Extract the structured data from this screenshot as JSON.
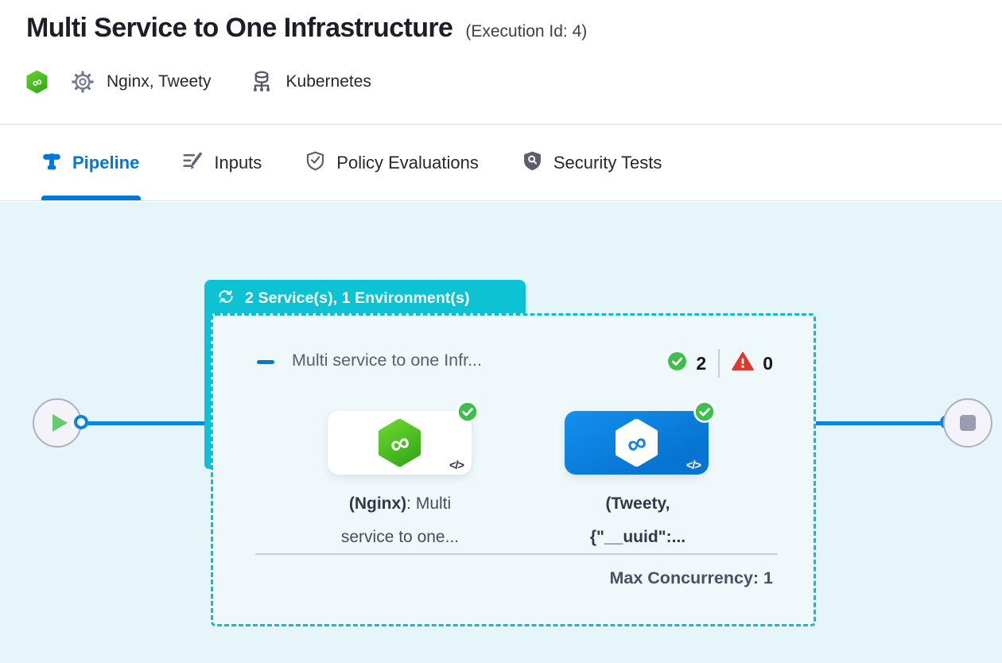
{
  "header": {
    "title": "Multi Service to One Infrastructure",
    "execution_id": "(Execution Id: 4)",
    "services_label": "Nginx, Tweety",
    "infra_label": "Kubernetes"
  },
  "tabs": {
    "pipeline": "Pipeline",
    "inputs": "Inputs",
    "policy": "Policy Evaluations",
    "security": "Security Tests"
  },
  "canvas": {
    "badge_label": "2 Service(s), 1 Environment(s)",
    "stage_name": "Multi service to one Infr...",
    "success_count": "2",
    "failed_count": "0",
    "max_concurrency": "Max Concurrency: 1",
    "code_glyph": "</>",
    "steps": {
      "nginx": {
        "l1b": "(Nginx)",
        "l1r": ": Multi",
        "l2b": "",
        "l2r": "service to one..."
      },
      "tweety": {
        "l1b": "(Tweety,",
        "l1r": "",
        "l2b": "{\"__uuid\":...",
        "l2r": ""
      }
    }
  },
  "icons": {
    "harness": "harness-logo",
    "gear": "gear-icon",
    "infrastructure": "infrastructure-icon",
    "pipeline_tab": "pipeline-icon",
    "inputs_tab": "inputs-icon",
    "policy_tab": "policy-shield-check-icon",
    "security_tab": "security-shield-scan-icon",
    "loop": "loop-icon",
    "success": "check-circle-icon",
    "failed": "warning-triangle-icon",
    "play": "play-icon",
    "stop": "stop-icon"
  },
  "colors": {
    "accent_blue": "#0278D5",
    "edge_blue": "#0A84DC",
    "teal": "#0DC3D3",
    "success_green": "#3FBE4E",
    "error_red": "#E2382C",
    "canvas_bg": "#E6F5F9",
    "harness_green": "#4CC427",
    "tweety_card_blue": "#0B82DF"
  }
}
